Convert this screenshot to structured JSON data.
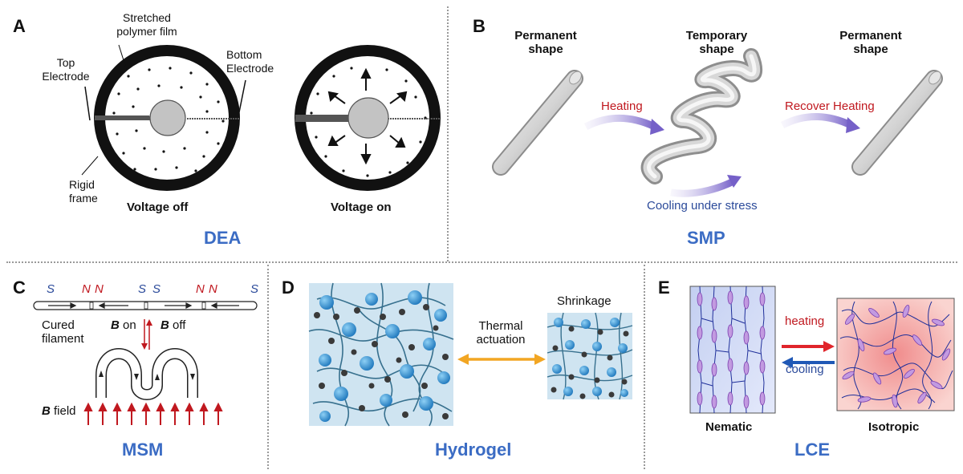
{
  "panels": {
    "A": {
      "letter": "A",
      "caption": "DEA",
      "labels": {
        "stretched": "Stretched\npolymer film",
        "top_electrode": "Top\nElectrode",
        "bottom_electrode": "Bottom\nElectrode",
        "rigid_frame": "Rigid\nframe",
        "voltage_off": "Voltage off",
        "voltage_on": "Voltage on"
      }
    },
    "B": {
      "letter": "B",
      "caption": "SMP",
      "labels": {
        "permanent_left": "Permanent\nshape",
        "temporary": "Temporary\nshape",
        "permanent_right": "Permanent\nshape",
        "heating": "Heating",
        "recover_heating": "Recover Heating",
        "cooling_under_stress": "Cooling under stress"
      }
    },
    "C": {
      "letter": "C",
      "caption": "MSM",
      "labels": {
        "poles": [
          "S",
          "N",
          "N",
          "S",
          "S",
          "N",
          "N",
          "S"
        ],
        "cured_filament": "Cured\nfilament",
        "b_letter_on": "B",
        "on": " on",
        "b_letter_off": "B",
        "off": " off",
        "b_letter_field": "B",
        "field": " field"
      }
    },
    "D": {
      "letter": "D",
      "caption": "Hydrogel",
      "labels": {
        "thermal_actuation": "Thermal\nactuation",
        "shrinkage": "Shrinkage"
      }
    },
    "E": {
      "letter": "E",
      "caption": "LCE",
      "labels": {
        "heating": "heating",
        "cooling": "cooling",
        "nematic": "Nematic",
        "isotropic": "Isotropic"
      }
    }
  },
  "colors": {
    "caption": "#3b6cc4",
    "red": "#c0181f",
    "blue": "#2b4a9a",
    "arrow_purple": "#8a7ad0",
    "orange": "#f2a623",
    "ball": "#3a97d6",
    "dark_ball": "#3a3a3a"
  }
}
